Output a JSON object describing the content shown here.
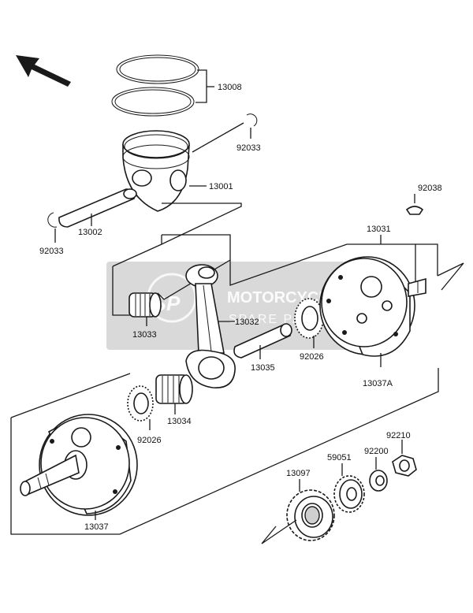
{
  "watermark": {
    "line1": "MOTORCYCLE",
    "line2": "SPARE PARTS",
    "badge": "MSP",
    "box_color": "#b9b9b9",
    "text_color": "#ffffff"
  },
  "icons": {
    "direction": "front-arrow-icon"
  },
  "parts": {
    "p13008": "13008",
    "p92033_right": "92033",
    "p13001": "13001",
    "p92038": "92038",
    "p13002": "13002",
    "p92033_left": "92033",
    "p13031": "13031",
    "p13032": "13032",
    "p13033": "13033",
    "p13035": "13035",
    "p92026_upper": "92026",
    "p13037A": "13037A",
    "p13034": "13034",
    "p92026_lower": "92026",
    "p92210": "92210",
    "p92200": "92200",
    "p59051": "59051",
    "p13097": "13097",
    "p13037": "13037"
  }
}
